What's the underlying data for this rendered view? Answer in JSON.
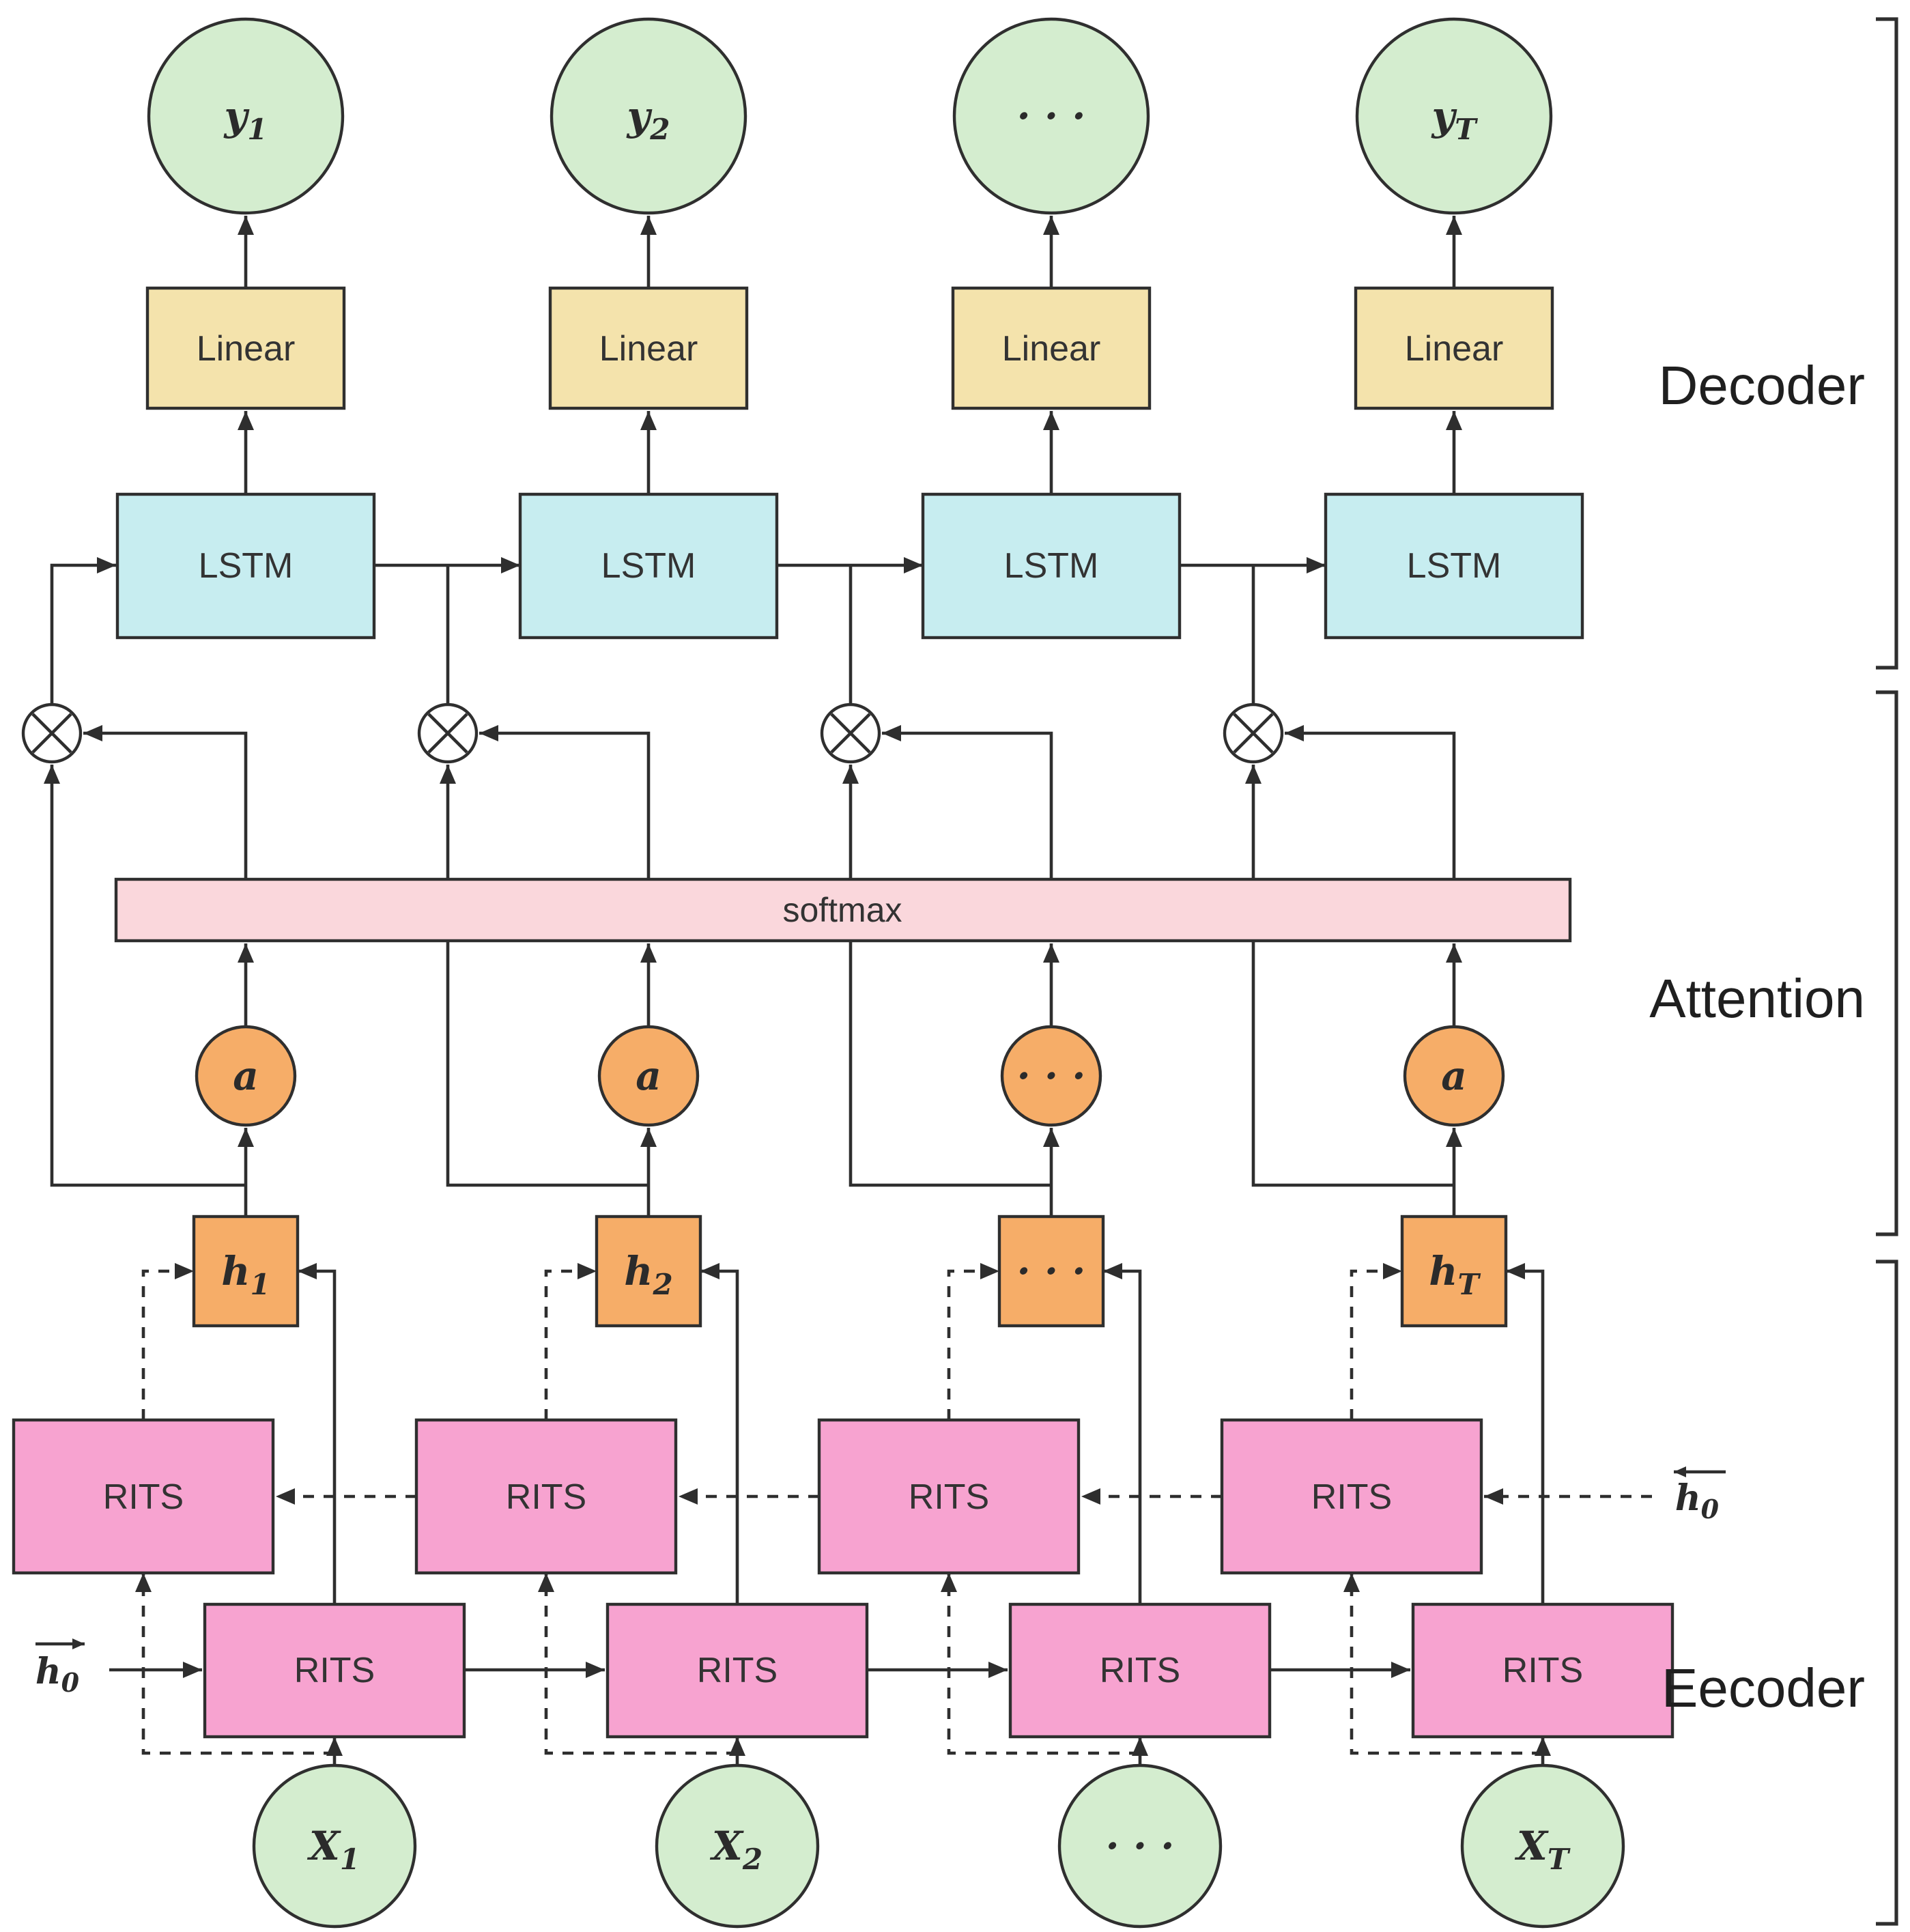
{
  "labels": {
    "linear": "Linear",
    "lstm": "LSTM",
    "rits": "RITS",
    "softmax": "softmax"
  },
  "sections": {
    "decoder": "Decoder",
    "attention": "Attention",
    "encoder": "Eecoder"
  },
  "nodes": {
    "outputs": [
      {
        "main": "y",
        "sub": "1"
      },
      {
        "main": "y",
        "sub": "2"
      },
      {
        "main": "· · ·",
        "sub": ""
      },
      {
        "main": "y",
        "sub": "T"
      }
    ],
    "attention_a": [
      "a",
      "a",
      "· · ·",
      "a"
    ],
    "hidden": [
      {
        "main": "h",
        "sub": "1"
      },
      {
        "main": "h",
        "sub": "2"
      },
      {
        "main": "· · ·",
        "sub": ""
      },
      {
        "main": "h",
        "sub": "T"
      }
    ],
    "inputs": [
      {
        "main": "X",
        "sub": "1"
      },
      {
        "main": "X",
        "sub": "2"
      },
      {
        "main": "· · ·",
        "sub": ""
      },
      {
        "main": "X",
        "sub": "T"
      }
    ],
    "h0_forward": {
      "main": "h",
      "sub": "0"
    },
    "h0_backward": {
      "main": "h",
      "sub": "0"
    }
  },
  "colors": {
    "output_fill": "#d4edcf",
    "linear_fill": "#f4e3ac",
    "lstm_fill": "#c7edf0",
    "softmax_fill": "#fad7dc",
    "attention_fill": "#f6ad68",
    "rits_fill": "#f7a3d0",
    "line": "#2e2e2e"
  }
}
